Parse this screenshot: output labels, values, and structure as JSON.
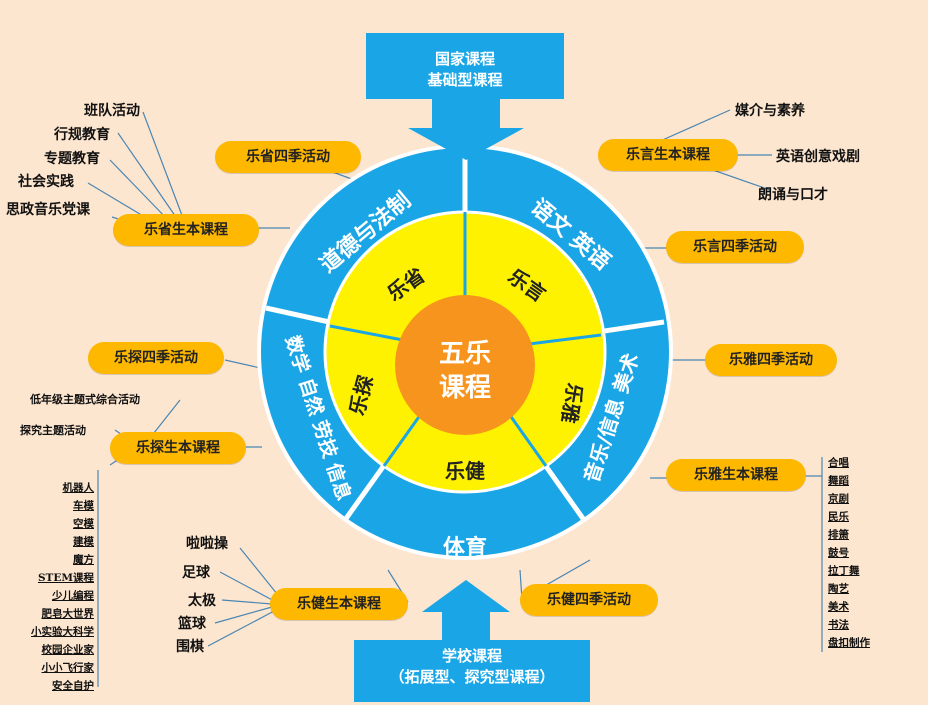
{
  "center": {
    "line1": "五乐",
    "line2": "课程"
  },
  "inner_ring": [
    "乐省",
    "乐言",
    "乐雅",
    "乐健",
    "乐探"
  ],
  "outer_ring": {
    "moral": "道德与法制",
    "chinese_english": "语文 英语",
    "music_art": "音乐/信息 美术",
    "pe": "体育",
    "math_science": "数学 自然 劳技 信息"
  },
  "top_box": {
    "line1": "国家课程",
    "line2": "基础型课程"
  },
  "bottom_box": {
    "line1": "学校课程",
    "line2": "（拓展型、探究型课程）"
  },
  "pills": {
    "sheng_season": "乐省四季活动",
    "sheng_base": "乐省生本课程",
    "yan_base": "乐言生本课程",
    "yan_season": "乐言四季活动",
    "ya_season": "乐雅四季活动",
    "ya_base": "乐雅生本课程",
    "tan_season": "乐探四季活动",
    "tan_base": "乐探生本课程",
    "jian_base": "乐健生本课程",
    "jian_season": "乐健四季活动"
  },
  "sheng_items": [
    "班队活动",
    "行规教育",
    "专题教育",
    "社会实践",
    "思政音乐党课"
  ],
  "yan_items": [
    "媒介与素养",
    "英语创意戏剧",
    "朗诵与口才"
  ],
  "tan_items": [
    "低年级主题式综合活动",
    "探究主题活动"
  ],
  "tan_list": [
    "机器人",
    "车模",
    "空模",
    "建模",
    "魔方",
    "STEM课程",
    "少儿编程",
    "肥皂大世界",
    "小实验大科学",
    "校园企业家",
    "小小飞行家",
    "安全自护"
  ],
  "ya_list": [
    "合唱",
    "舞蹈",
    "京剧",
    "民乐",
    "排箫",
    "鼓号",
    "拉丁舞",
    "陶艺",
    "美术",
    "书法",
    "盘扣制作"
  ],
  "jian_items": [
    "啦啦操",
    "足球",
    "太极",
    "篮球",
    "围棋"
  ],
  "colors": {
    "outer": "#1aa6e6",
    "inner": "#fff200",
    "center": "#f7941d",
    "pill": "#ffb800",
    "bg": "#fde6cf"
  }
}
